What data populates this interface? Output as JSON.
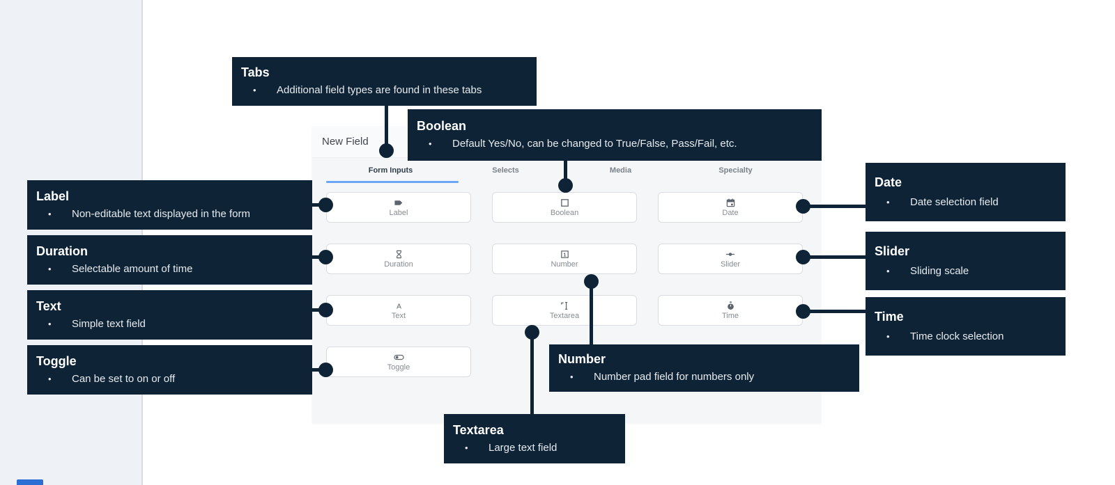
{
  "ui": {
    "bullet_char": "•"
  },
  "colors": {
    "callout_navy": "#0e2436",
    "tab_underline_blue": "#69a5f5",
    "panel_bg": "#f4f6f8",
    "panel_header_bg": "#f9fafb",
    "left_rail_bg": "#eef1f6",
    "button_border": "#d9dde2",
    "icon_gray": "#5d646b",
    "label_gray": "#858b92",
    "partial_blue_element": "#2b6fd4"
  },
  "panel": {
    "title": "New Field",
    "tabs": [
      {
        "label": "Form Inputs",
        "active": true
      },
      {
        "label": "Selects",
        "active": false
      },
      {
        "label": "Media",
        "active": false
      },
      {
        "label": "Specialty",
        "active": false
      }
    ],
    "field_buttons": [
      {
        "label": "Label",
        "icon": "tag-icon"
      },
      {
        "label": "Boolean",
        "icon": "checkbox-outline-icon"
      },
      {
        "label": "Date",
        "icon": "calendar-icon"
      },
      {
        "label": "Duration",
        "icon": "hourglass-icon"
      },
      {
        "label": "Number",
        "icon": "number-one-box-icon"
      },
      {
        "label": "Slider",
        "icon": "slider-icon"
      },
      {
        "label": "Text",
        "icon": "letter-a-icon"
      },
      {
        "label": "Textarea",
        "icon": "text-cursor-icon"
      },
      {
        "label": "Time",
        "icon": "stopwatch-icon"
      },
      {
        "label": "Toggle",
        "icon": "toggle-switch-icon"
      }
    ]
  },
  "callouts": [
    {
      "title": "Tabs",
      "bullet": "Additional field types are found in these tabs"
    },
    {
      "title": "Boolean",
      "bullet": "Default Yes/No, can be changed to True/False, Pass/Fail, etc."
    },
    {
      "title": "Label",
      "bullet": "Non-editable text displayed in the form"
    },
    {
      "title": "Duration",
      "bullet": "Selectable amount of time"
    },
    {
      "title": "Text",
      "bullet": "Simple text field"
    },
    {
      "title": "Toggle",
      "bullet": "Can be set to on or off"
    },
    {
      "title": "Date",
      "bullet": "Date selection field"
    },
    {
      "title": "Slider",
      "bullet": "Sliding scale"
    },
    {
      "title": "Time",
      "bullet": "Time clock selection"
    },
    {
      "title": "Number",
      "bullet": "Number pad field for numbers only"
    },
    {
      "title": "Textarea",
      "bullet": "Large text field"
    }
  ]
}
